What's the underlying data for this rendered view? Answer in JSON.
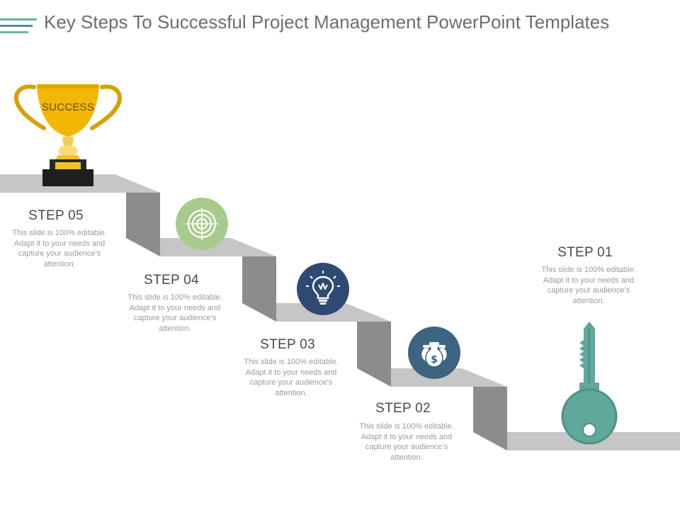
{
  "header": {
    "title": "Key Steps To Successful Project Management PowerPoint Templates"
  },
  "trophy": {
    "label": "SUCCESS",
    "icon": "trophy-icon"
  },
  "steps": [
    {
      "label": "STEP 01",
      "desc": "This slide is 100% editable. Adapt it to your needs and capture your audience’s attention.",
      "icon": "key-icon"
    },
    {
      "label": "STEP 02",
      "desc": "This slide is 100% editable. Adapt it to your needs and capture your audience’s attention.",
      "icon": "money-bags-icon"
    },
    {
      "label": "STEP 03",
      "desc": "This slide is 100% editable. Adapt it to your needs and capture your audience’s attention.",
      "icon": "lightbulb-icon"
    },
    {
      "label": "STEP 04",
      "desc": "This slide is 100% editable. Adapt it to your needs and capture your audience’s attention.",
      "icon": "target-icon"
    },
    {
      "label": "STEP 05",
      "desc": "This slide is 100% editable. Adapt it to your needs and capture your audience’s attention.",
      "icon": "trophy-icon"
    }
  ],
  "colors": {
    "title": "#6b6e70",
    "accent_teal": "#5fa89b",
    "accent_green": "#a8c98c",
    "accent_navy": "#2f4a72",
    "accent_blue": "#3d6481",
    "gold": "#f2b705",
    "stair_top": "#c4c4c4",
    "stair_riser": "#8a8a8a"
  }
}
